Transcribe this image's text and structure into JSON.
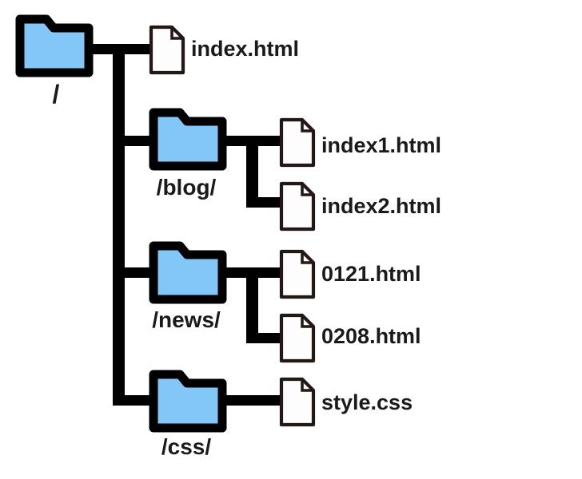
{
  "colors": {
    "background": "#ffffff",
    "connector": "#000000",
    "outline": "#000000",
    "folder_fill": "#83c7f9",
    "file_fill": "#fdfdfd",
    "file_outline": "#231815",
    "text": "#1a1a1a"
  },
  "tree": {
    "root": {
      "type": "folder",
      "label": "/"
    },
    "children": [
      {
        "type": "file",
        "label": "index.html"
      },
      {
        "type": "folder",
        "label": "/blog/",
        "children": [
          {
            "type": "file",
            "label": "index1.html"
          },
          {
            "type": "file",
            "label": "index2.html"
          }
        ]
      },
      {
        "type": "folder",
        "label": "/news/",
        "children": [
          {
            "type": "file",
            "label": "0121.html"
          },
          {
            "type": "file",
            "label": "0208.html"
          }
        ]
      },
      {
        "type": "folder",
        "label": "/css/",
        "children": [
          {
            "type": "file",
            "label": "style.css"
          }
        ]
      }
    ]
  }
}
